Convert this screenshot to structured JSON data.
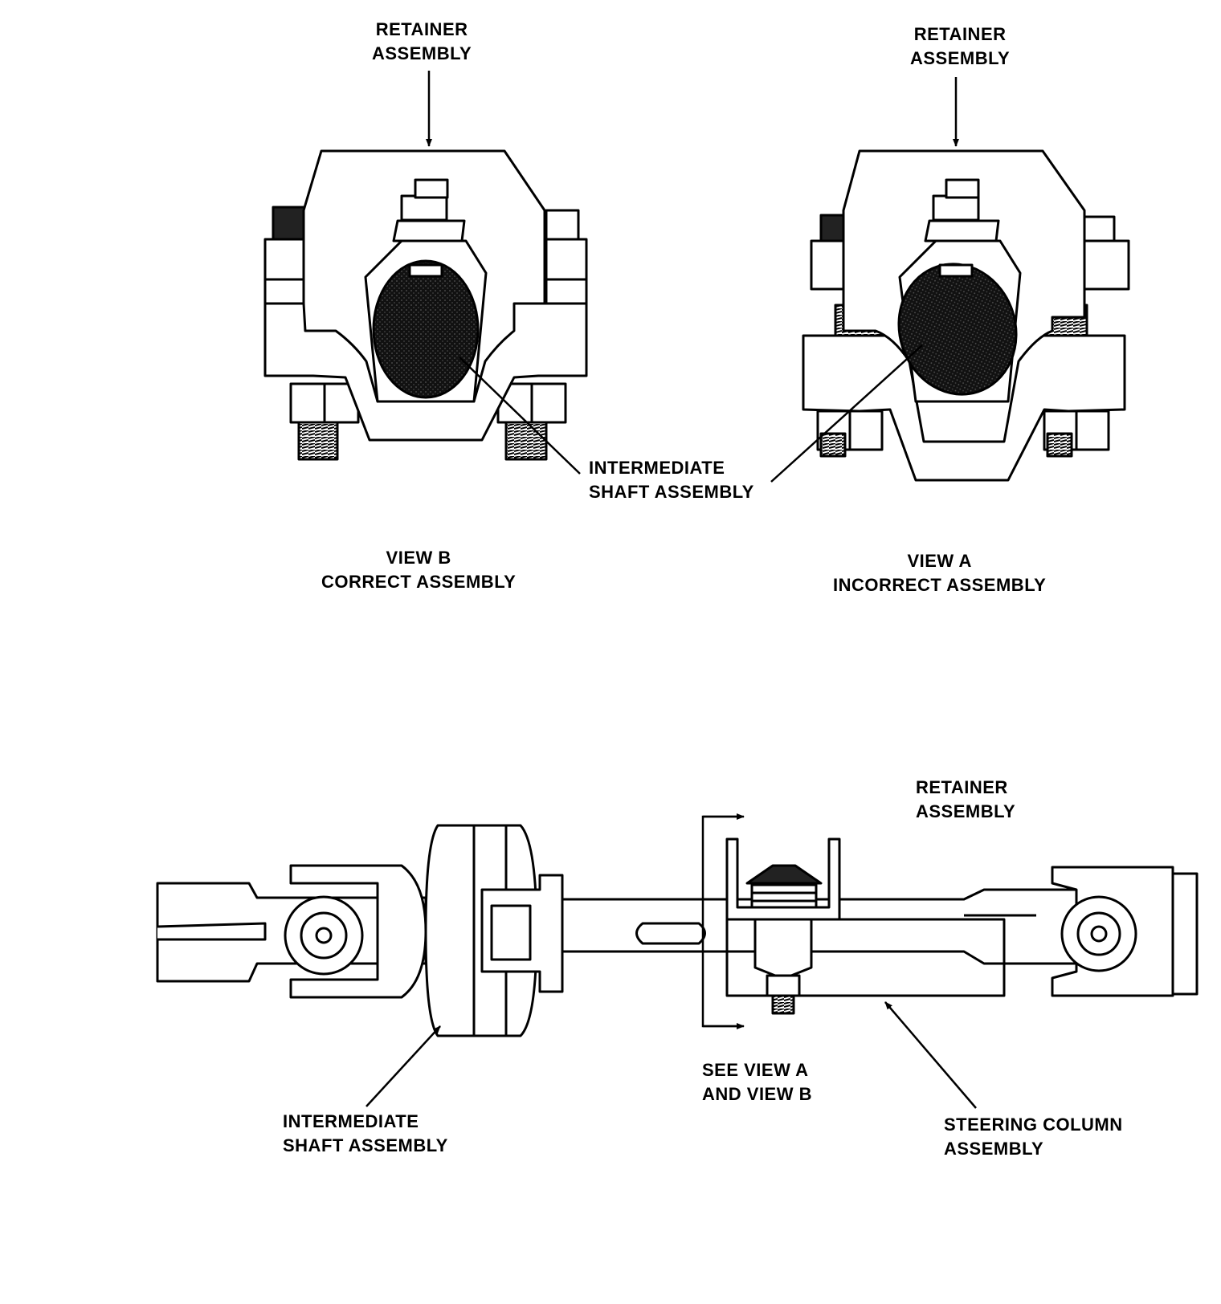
{
  "view_b": {
    "retainer_label": [
      "RETAINER",
      "ASSEMBLY"
    ],
    "caption": [
      "VIEW B",
      "CORRECT ASSEMBLY"
    ]
  },
  "view_a": {
    "retainer_label": [
      "RETAINER",
      "ASSEMBLY"
    ],
    "caption": [
      "VIEW A",
      "INCORRECT ASSEMBLY"
    ]
  },
  "shared_shaft_label": [
    "INTERMEDIATE",
    "SHAFT ASSEMBLY"
  ],
  "side_view": {
    "retainer_label": [
      "RETAINER",
      "ASSEMBLY"
    ],
    "see_view_label": [
      "SEE VIEW A",
      "AND VIEW B"
    ],
    "shaft_label": [
      "INTERMEDIATE",
      "SHAFT ASSEMBLY"
    ],
    "column_label": [
      "STEERING COLUMN",
      "ASSEMBLY"
    ]
  },
  "colors": {
    "ink": "#000000",
    "paper": "#ffffff",
    "shaded": "#222222"
  }
}
